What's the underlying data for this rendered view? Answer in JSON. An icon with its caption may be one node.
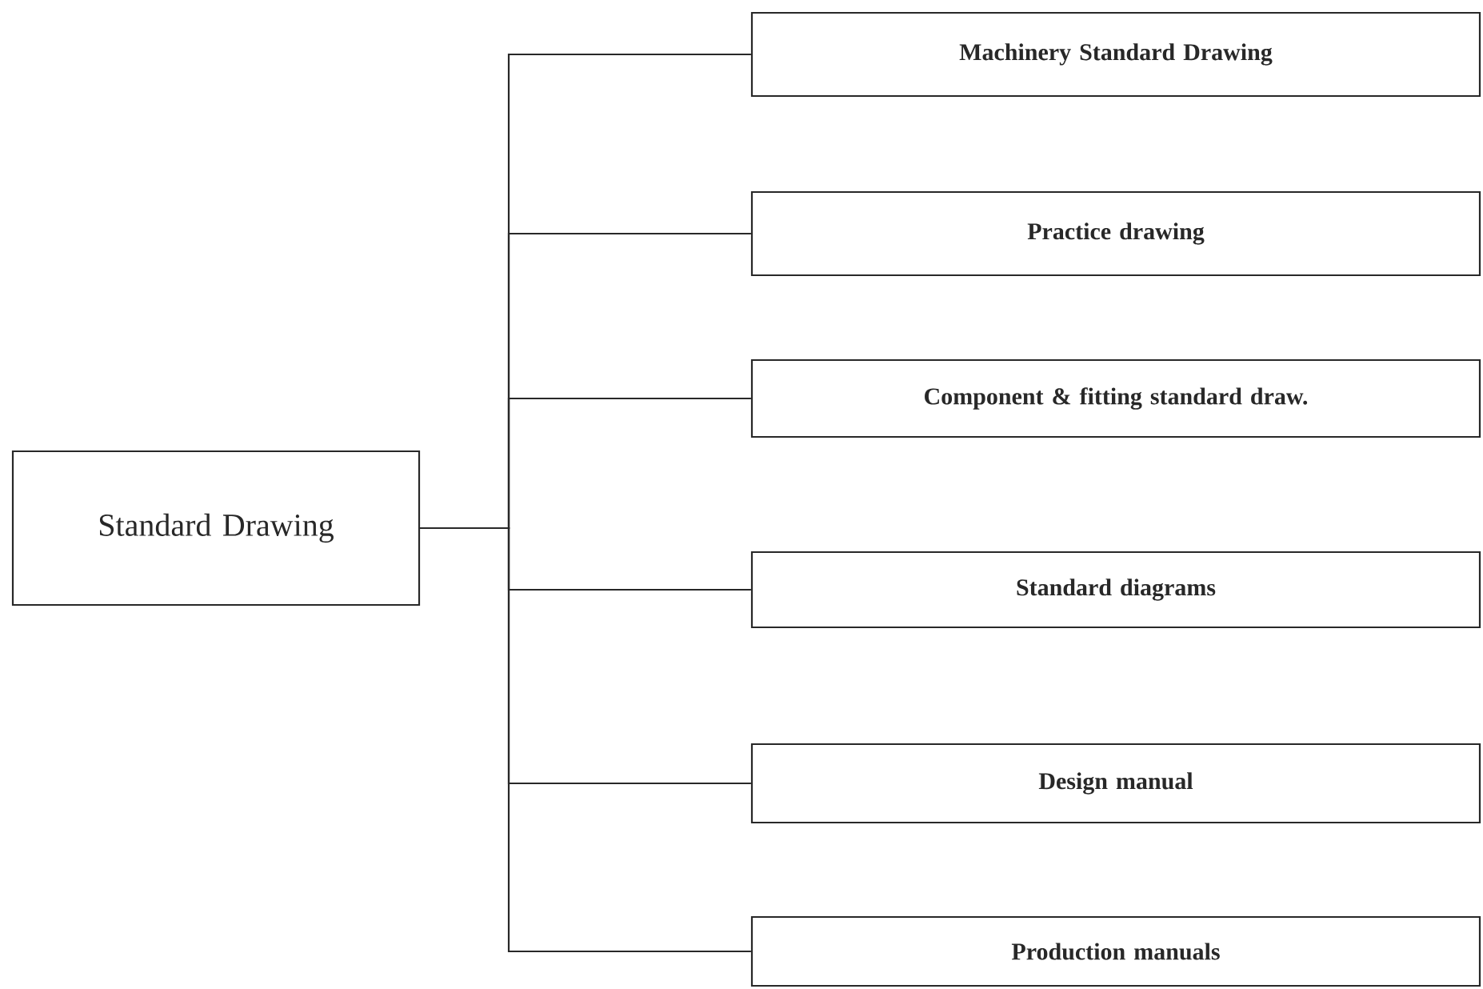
{
  "diagram": {
    "nodes": [
      {
        "text": [
          "Standard Drawing"
        ]
      },
      {
        "text": [
          "Machinery Standard Drawing"
        ]
      },
      {
        "text": [
          "Practice drawing"
        ]
      },
      {
        "text": [
          "Component & fitting standard draw."
        ]
      },
      {
        "text": [
          "Standard diagrams"
        ]
      },
      {
        "text": [
          "Design manual"
        ]
      },
      {
        "text": [
          "Production manuals"
        ]
      }
    ],
    "edges": [
      {
        "from": 0,
        "to": 1,
        "arrow": "none"
      },
      {
        "from": 0,
        "to": 2,
        "arrow": "none"
      },
      {
        "from": 0,
        "to": 3,
        "arrow": "none"
      },
      {
        "from": 0,
        "to": 4,
        "arrow": "none"
      },
      {
        "from": 0,
        "to": 5,
        "arrow": "none"
      },
      {
        "from": 0,
        "to": 6,
        "arrow": "none"
      }
    ]
  }
}
